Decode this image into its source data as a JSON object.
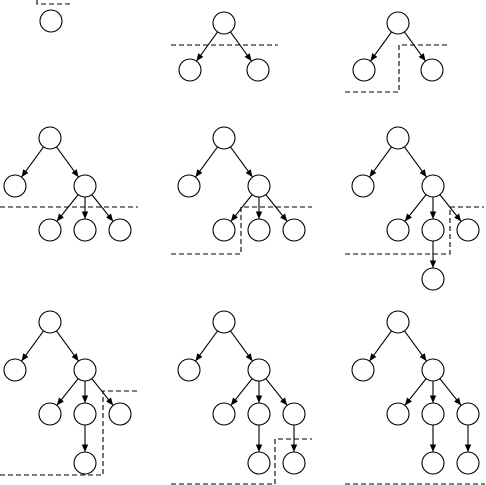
{
  "figure": {
    "description_kind": "sequence of tree-construction snapshots with dashed frontier lines",
    "panels": [
      {
        "id": "p1",
        "nodes": [
          "r"
        ],
        "edges": []
      },
      {
        "id": "p2",
        "nodes": [
          "r",
          "a",
          "b"
        ],
        "edges": [
          [
            "r",
            "a"
          ],
          [
            "r",
            "b"
          ]
        ]
      },
      {
        "id": "p3",
        "nodes": [
          "r",
          "a",
          "b"
        ],
        "edges": [
          [
            "r",
            "a"
          ],
          [
            "r",
            "b"
          ]
        ]
      },
      {
        "id": "p4",
        "nodes": [
          "r",
          "a",
          "b",
          "c",
          "d",
          "e"
        ],
        "edges": [
          [
            "r",
            "a"
          ],
          [
            "r",
            "b"
          ],
          [
            "b",
            "c"
          ],
          [
            "b",
            "d"
          ],
          [
            "b",
            "e"
          ]
        ]
      },
      {
        "id": "p5",
        "nodes": [
          "r",
          "a",
          "b",
          "c",
          "d",
          "e"
        ],
        "edges": [
          [
            "r",
            "a"
          ],
          [
            "r",
            "b"
          ],
          [
            "b",
            "c"
          ],
          [
            "b",
            "d"
          ],
          [
            "b",
            "e"
          ]
        ]
      },
      {
        "id": "p6",
        "nodes": [
          "r",
          "a",
          "b",
          "c",
          "d",
          "e",
          "f"
        ],
        "edges": [
          [
            "r",
            "a"
          ],
          [
            "r",
            "b"
          ],
          [
            "b",
            "c"
          ],
          [
            "b",
            "d"
          ],
          [
            "b",
            "e"
          ],
          [
            "d",
            "f"
          ]
        ]
      },
      {
        "id": "p7",
        "nodes": [
          "r",
          "a",
          "b",
          "c",
          "d",
          "e",
          "f"
        ],
        "edges": [
          [
            "r",
            "a"
          ],
          [
            "r",
            "b"
          ],
          [
            "b",
            "c"
          ],
          [
            "b",
            "d"
          ],
          [
            "b",
            "e"
          ],
          [
            "d",
            "f"
          ]
        ]
      },
      {
        "id": "p8",
        "nodes": [
          "r",
          "a",
          "b",
          "c",
          "d",
          "e",
          "f",
          "g"
        ],
        "edges": [
          [
            "r",
            "a"
          ],
          [
            "r",
            "b"
          ],
          [
            "b",
            "c"
          ],
          [
            "b",
            "d"
          ],
          [
            "b",
            "e"
          ],
          [
            "d",
            "f"
          ],
          [
            "e",
            "g"
          ]
        ]
      },
      {
        "id": "p9",
        "nodes": [
          "r",
          "a",
          "b",
          "c",
          "d",
          "e",
          "f",
          "g"
        ],
        "edges": [
          [
            "r",
            "a"
          ],
          [
            "r",
            "b"
          ],
          [
            "b",
            "c"
          ],
          [
            "b",
            "d"
          ],
          [
            "b",
            "e"
          ],
          [
            "d",
            "f"
          ],
          [
            "e",
            "g"
          ]
        ]
      }
    ]
  },
  "colors": {
    "stroke": "#000000",
    "fill": "#ffffff"
  }
}
